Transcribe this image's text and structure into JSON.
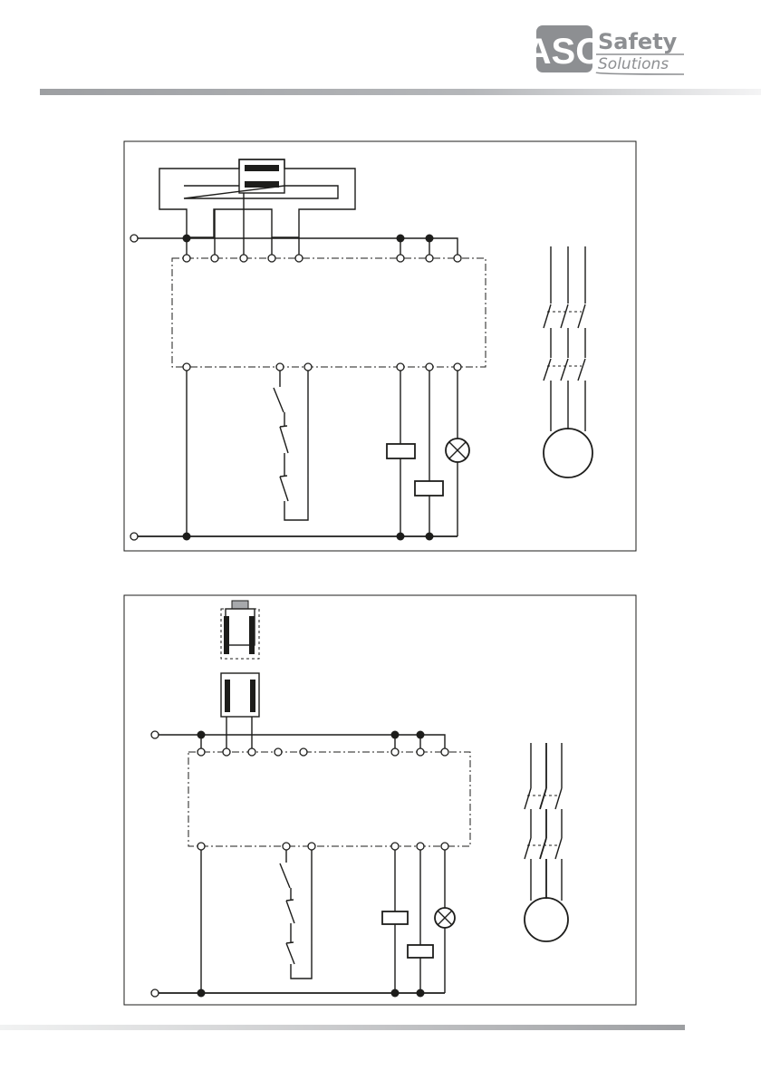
{
  "brand": {
    "logo_mark": "ASO",
    "word_1": "Safety",
    "word_2": "Solutions",
    "mark_color": "#8d8f92",
    "accent_color": "#9c9ea1"
  },
  "colors": {
    "line": "#1d1d1b",
    "rule_light": "#e6e7e8",
    "rule_dark": "#9d9fa2",
    "sensor_grey": "#a7a9ac"
  }
}
